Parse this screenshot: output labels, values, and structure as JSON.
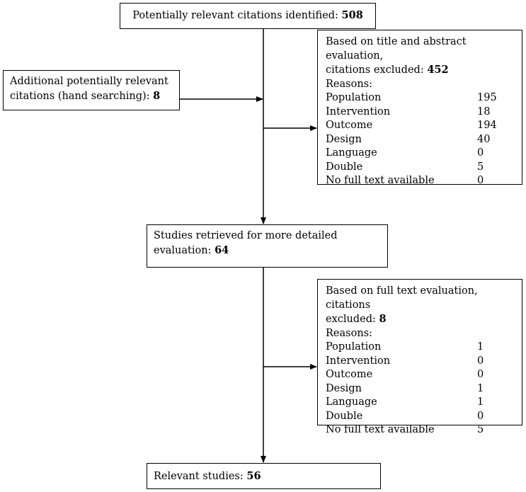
{
  "boxes": {
    "identified": {
      "text": "Potentially relevant citations identified: ",
      "count": "508"
    },
    "additional": {
      "line1": "Additional potentially relevant",
      "line2": "citations (hand searching): ",
      "count": "8"
    },
    "excluded_title_abstract": {
      "line1": "Based on title and abstract evaluation,",
      "line2": "citations excluded: ",
      "count": "452",
      "reasons_label": "Reasons:",
      "reasons": [
        {
          "label": "Population",
          "value": "195"
        },
        {
          "label": "Intervention",
          "value": "18"
        },
        {
          "label": "Outcome",
          "value": "194"
        },
        {
          "label": "Design",
          "value": "40"
        },
        {
          "label": "Language",
          "value": "0"
        },
        {
          "label": "Double",
          "value": "5"
        },
        {
          "label": "No full text available",
          "value": "0"
        }
      ]
    },
    "retrieved": {
      "line1": "Studies retrieved for more detailed",
      "line2": "evaluation: ",
      "count": "64"
    },
    "excluded_full_text": {
      "line1": "Based on full text evaluation, citations",
      "line2": "excluded: ",
      "count": "8",
      "reasons_label": "Reasons:",
      "reasons": [
        {
          "label": "Population",
          "value": "1"
        },
        {
          "label": "Intervention",
          "value": "0"
        },
        {
          "label": "Outcome",
          "value": "0"
        },
        {
          "label": "Design",
          "value": "1"
        },
        {
          "label": "Language",
          "value": "1"
        },
        {
          "label": "Double",
          "value": "0"
        },
        {
          "label": "No full text available",
          "value": "5"
        }
      ]
    },
    "relevant": {
      "text": "Relevant studies: ",
      "count": "56"
    }
  }
}
